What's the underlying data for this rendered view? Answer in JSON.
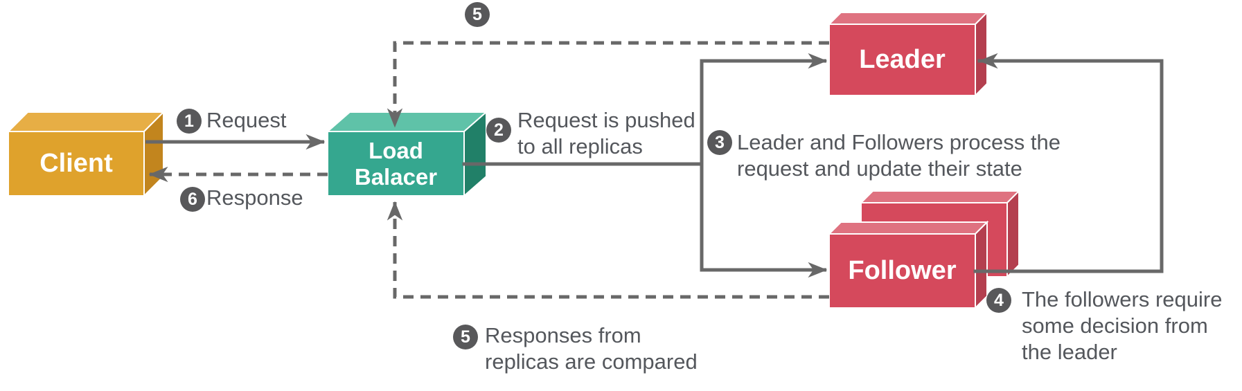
{
  "colors": {
    "line": "#686868",
    "badge_bg": "#58585a",
    "label_text": "#54575c",
    "client": {
      "front": "#DFA22C",
      "top": "#E7AE45",
      "side": "#C2851E"
    },
    "load_balancer": {
      "front": "#35A78F",
      "top": "#5FC2A8",
      "side": "#218068"
    },
    "replica": {
      "front": "#D5495C",
      "top": "#DF7280",
      "side": "#B43F4F"
    }
  },
  "nodes": {
    "client": {
      "label": "Client"
    },
    "load_balancer": {
      "lines": [
        "Load",
        "Balacer"
      ]
    },
    "leader": {
      "label": "Leader"
    },
    "follower": {
      "label": "Follower"
    }
  },
  "steps": {
    "s1": {
      "num": "1",
      "lines": [
        "Request"
      ]
    },
    "s2": {
      "num": "2",
      "lines": [
        "Request is pushed",
        "to all replicas"
      ]
    },
    "s3": {
      "num": "3",
      "lines": [
        "Leader and Followers process the",
        "request and update their state"
      ]
    },
    "s4": {
      "num": "4",
      "lines": [
        "The followers require",
        "some decision from",
        "the leader"
      ]
    },
    "s5": {
      "num": "5",
      "lines": [
        "Responses from",
        "replicas are compared"
      ]
    },
    "s6": {
      "num": "6",
      "lines": [
        "Response"
      ]
    }
  }
}
